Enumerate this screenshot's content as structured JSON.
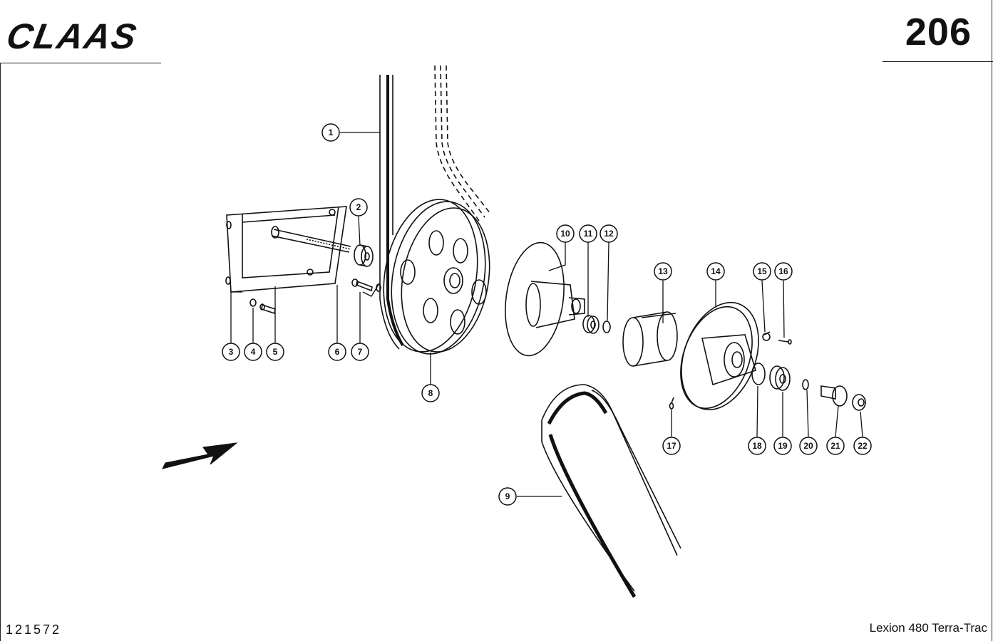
{
  "header": {
    "logo_text": "CLAAS",
    "page_number": "206"
  },
  "footer": {
    "drawing_id": "121572",
    "model_name": "Lexion 480 Terra-Trac"
  },
  "callouts": [
    "1",
    "2",
    "3",
    "4",
    "5",
    "6",
    "7",
    "8",
    "9",
    "10",
    "11",
    "12",
    "13",
    "14",
    "15",
    "16",
    "17",
    "18",
    "19",
    "20",
    "21",
    "22"
  ]
}
